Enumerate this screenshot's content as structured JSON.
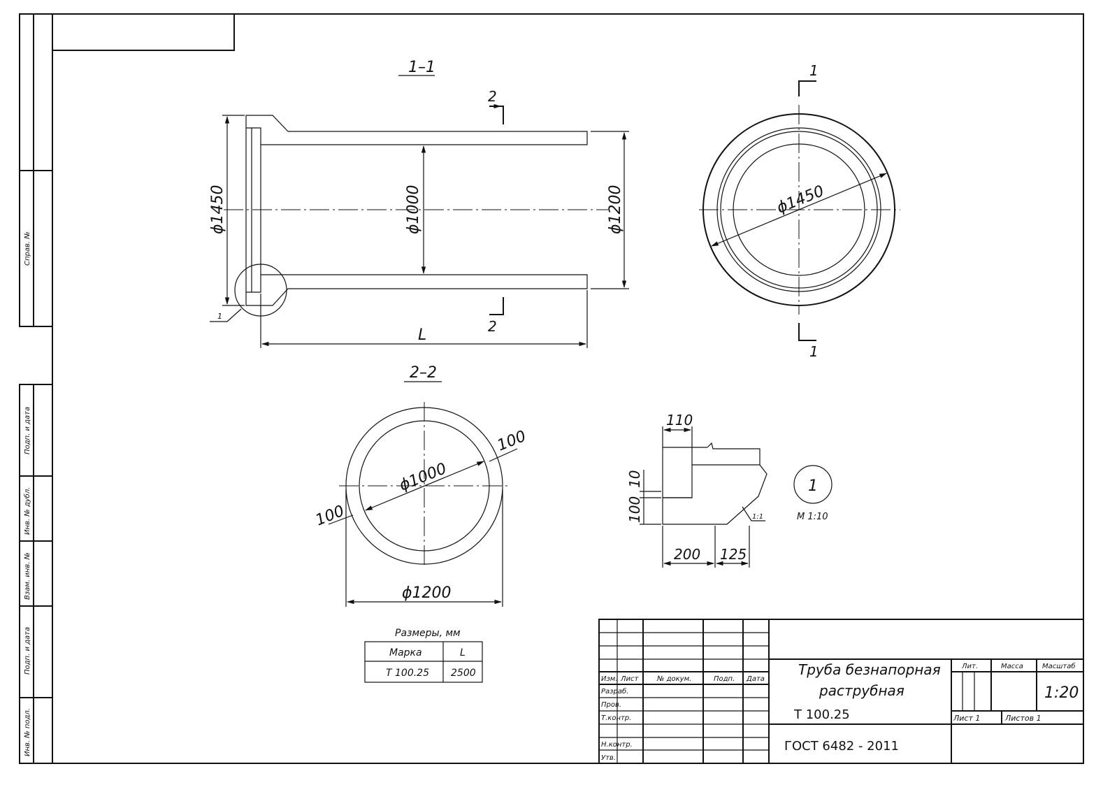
{
  "drawing": {
    "title": "Труба безнапорная раструбная",
    "title_line1": "Труба безнапорная",
    "title_line2": "раструбная",
    "mark": "Т 100.25",
    "standard": "ГОСТ 6482 - 2011",
    "scale": "1:20",
    "sheet_label": "Лист 1",
    "sheets_label": "Листов 1"
  },
  "title_block": {
    "col_izm": "Изм.",
    "col_list": "Лист",
    "col_ndoc": "№ докум.",
    "col_podp": "Подп.",
    "col_data": "Дата",
    "row_razrab": "Разраб.",
    "row_prov": "Пров.",
    "row_tkontr": "Т.контр.",
    "row_nkontr": "Н.контр.",
    "row_utv": "Утв.",
    "lit": "Лит.",
    "massa": "Масса",
    "masshtab": "Масштаб"
  },
  "side_stamp": {
    "sprav": "Справ. №",
    "podp_data_1": "Подп. и дата",
    "inv_dubl": "Инв. № дубл.",
    "vzam_inv": "Взам. инв. №",
    "podp_data_2": "Подп. и дата",
    "inv_podl": "Инв. № подл."
  },
  "views": {
    "section_1_1": "1–1",
    "section_2_2": "2–2",
    "cut_1": "1",
    "cut_2": "2",
    "detail_ref": "1",
    "detail_circle": "1",
    "detail_scale": "М 1:10"
  },
  "dimensions": {
    "d1450": "ϕ1450",
    "d1000": "ϕ1000",
    "d1200": "ϕ1200",
    "length": "L",
    "wall_a": "100",
    "wall_b": "100",
    "det_110": "110",
    "det_10": "10",
    "det_100": "100",
    "det_200": "200",
    "det_125": "125",
    "det_slope": "1:1"
  },
  "sizes_table": {
    "caption": "Размеры, мм",
    "headers": [
      "Марка",
      "L"
    ],
    "rows": [
      [
        "Т 100.25",
        "2500"
      ]
    ]
  }
}
